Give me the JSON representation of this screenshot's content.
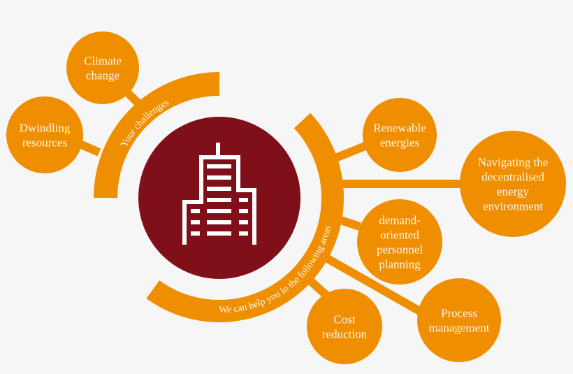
{
  "colors": {
    "accent": "#ef8f00",
    "center": "#7f1019",
    "background": "#f6f6f6",
    "text": "#fff6ea"
  },
  "center_icon": "office-building-icon",
  "challenges": {
    "label": "Your challenges",
    "items": [
      {
        "lines": [
          "Climate",
          "change"
        ]
      },
      {
        "lines": [
          "Dwindling",
          "resources"
        ]
      }
    ]
  },
  "help_areas": {
    "label": "We can help you in the following areas",
    "items": [
      {
        "lines": [
          "Renewable",
          "energies"
        ]
      },
      {
        "lines": [
          "Navigating the",
          "decentralised",
          "energy",
          "environment"
        ]
      },
      {
        "lines": [
          "demand-",
          "oriented",
          "personnel",
          "planning"
        ]
      },
      {
        "lines": [
          "Process",
          "management"
        ]
      },
      {
        "lines": [
          "Cost",
          "reduction"
        ]
      }
    ]
  }
}
